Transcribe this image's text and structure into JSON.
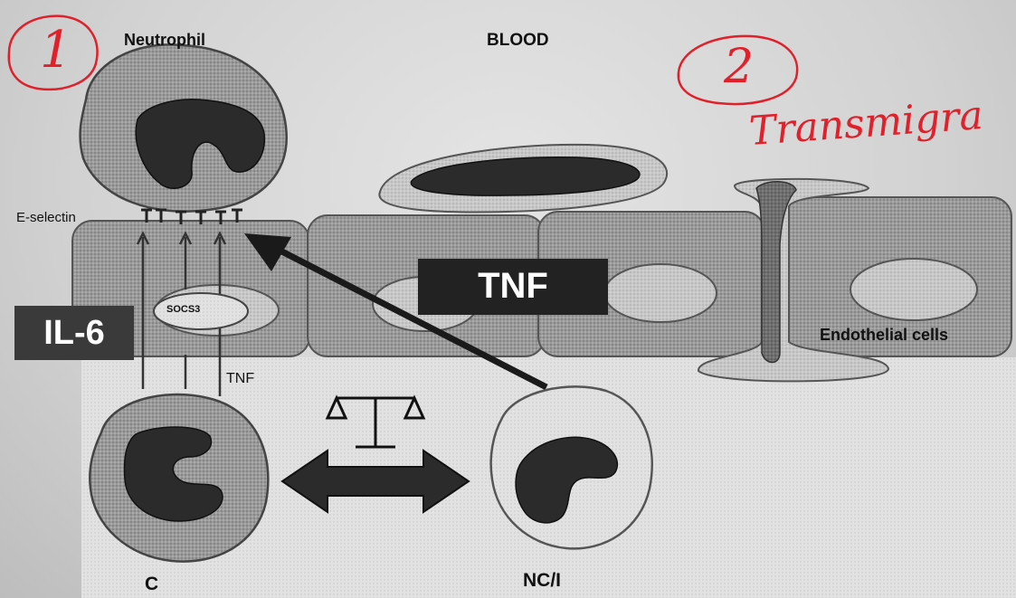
{
  "labels": {
    "neutrophil": "Neutrophil",
    "blood": "BLOOD",
    "e_selectin": "E-selectin",
    "socs3": "SOCS3",
    "il6": "IL-6",
    "tnf_small": "TNF",
    "tnf_box": "TNF",
    "endothelial": "Endothelial cells",
    "c_cell": "C",
    "nci_cell": "NC/I"
  },
  "annotations": {
    "circle_1": "1",
    "circle_2": "2",
    "handwritten": "Transmigra"
  },
  "colors": {
    "annotation": "#e0202a",
    "nucleus": "#2b2b2b",
    "label_box": "#3a3a3a"
  }
}
